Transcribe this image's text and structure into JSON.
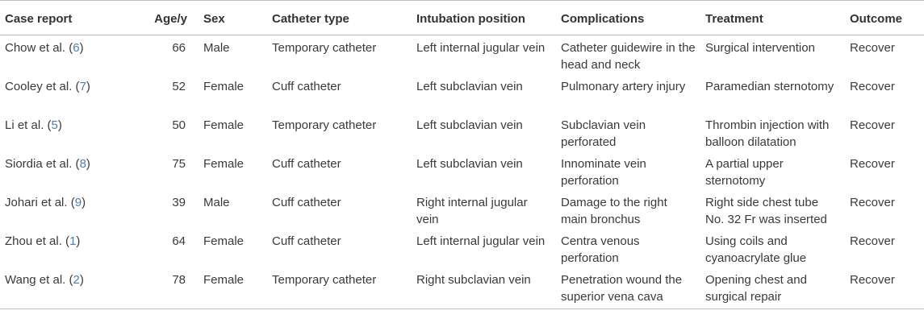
{
  "headers": [
    "Case report",
    "Age/y",
    "Sex",
    "Catheter type",
    "Intubation position",
    "Complications",
    "Treatment",
    "Outcome"
  ],
  "rows": [
    {
      "author": "Chow et al.",
      "ref": "6",
      "age": "66",
      "sex": "Male",
      "catheter": "Temporary catheter",
      "position": "Left internal jugular vein",
      "complication": "Catheter guidewire in the head and neck",
      "treatment": "Surgical intervention",
      "outcome": "Recover"
    },
    {
      "author": "Cooley et al.",
      "ref": "7",
      "age": "52",
      "sex": "Female",
      "catheter": "Cuff catheter",
      "position": "Left subclavian vein",
      "complication": "Pulmonary artery injury",
      "treatment": "Paramedian sternotomy",
      "outcome": "Recover"
    },
    {
      "author": "Li et al.",
      "ref": "5",
      "age": "50",
      "sex": "Female",
      "catheter": "Temporary catheter",
      "position": "Left subclavian vein",
      "complication": "Subclavian vein perforated",
      "treatment": "Thrombin injection with balloon dilatation",
      "outcome": "Recover"
    },
    {
      "author": "Siordia et al.",
      "ref": "8",
      "age": "75",
      "sex": "Female",
      "catheter": "Cuff catheter",
      "position": "Left subclavian vein",
      "complication": "Innominate vein perforation",
      "treatment": "A partial upper sternotomy",
      "outcome": "Recover"
    },
    {
      "author": "Johari et al.",
      "ref": "9",
      "age": "39",
      "sex": "Male",
      "catheter": "Cuff catheter",
      "position": "Right internal jugular vein",
      "complication": "Damage to the right main bronchus",
      "treatment": "Right side chest tube No. 32 Fr was inserted",
      "outcome": "Recover"
    },
    {
      "author": "Zhou et al.",
      "ref": "1",
      "age": "64",
      "sex": "Female",
      "catheter": "Cuff catheter",
      "position": "Left internal jugular vein",
      "complication": "Centra venous perforation",
      "treatment": "Using coils and cyanoacrylate glue",
      "outcome": "Recover"
    },
    {
      "author": "Wang et al.",
      "ref": "2",
      "age": "78",
      "sex": "Female",
      "catheter": "Temporary catheter",
      "position": "Right subclavian vein",
      "complication": "Penetration wound the superior vena cava",
      "treatment": "Opening chest and surgical repair",
      "outcome": "Recover"
    }
  ],
  "colors": {
    "rule": "#bdbdbd",
    "text": "#3a3a3a",
    "reference_link": "#4a7fb3"
  }
}
